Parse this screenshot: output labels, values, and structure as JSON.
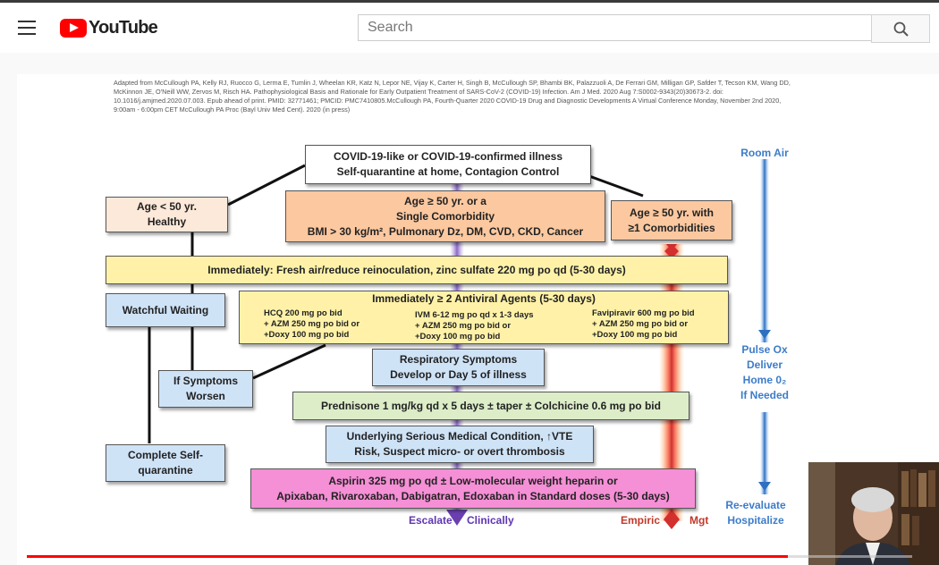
{
  "header": {
    "logo_text": "YouTube",
    "search_placeholder": "Search"
  },
  "slide": {
    "citation": "Adapted from McCullough PA, Kelly RJ, Ruocco G, Lerma E, Tumlin J, Wheelan KR, Katz N, Lepor NE, Vijay K, Carter H, Singh B, McCullough SP, Bhambi BK, Palazzuoli A, De Ferrari GM, Milligan GP, Safder T, Tecson KM, Wang DD, McKinnon JE, O'Neill WW, Zervos M, Risch HA. Pathophysiological Basis and Rationale for Early Outpatient Treatment of SARS-CoV-2 (COVID-19) Infection. Am J Med. 2020 Aug 7:S0002-9343(20)30673-2. doi: 10.1016/j.amjmed.2020.07.003. Epub ahead of print. PMID: 32771461; PMCID: PMC7410805.McCullough PA, Fourth-Quarter 2020 COVID-19 Drug and Diagnostic Developments A Virtual Conference Monday, November 2nd 2020, 9:00am - 6:00pm CET McCullough PA Proc (Bayl Univ Med Cent). 2020 (in press)",
    "top_box": [
      "COVID-19-like or COVID-19-confirmed illness",
      "Self-quarantine at home, Contagion Control"
    ],
    "age_under": [
      "Age < 50 yr.",
      "Healthy"
    ],
    "age_over": [
      "Age ≥ 50 yr. or a",
      "Single Comorbidity",
      "BMI > 30 kg/m², Pulmonary Dz, DM, CVD, CKD, Cancer"
    ],
    "age_over_multi": [
      "Age ≥ 50 yr. with",
      "≥1 Comorbidities"
    ],
    "immediately": "Immediately:  Fresh air/reduce reinoculation, zinc sulfate 220 mg po qd (5-30 days)",
    "watchful": "Watchful Waiting",
    "antiviral_title": "Immediately ≥ 2 Antiviral Agents (5-30 days)",
    "antiviral_col1": [
      "HCQ 200 mg po bid",
      "+ AZM 250 mg po bid or",
      "+Doxy 100 mg po bid"
    ],
    "antiviral_col2": [
      "IVM 6-12 mg po qd x 1-3 days",
      "+ AZM 250 mg po bid or",
      "+Doxy 100 mg po bid"
    ],
    "antiviral_col3": [
      "Favipiravir 600 mg po bid",
      "+ AZM 250 mg po bid or",
      "+Doxy 100 mg po bid"
    ],
    "if_symptoms": [
      "If Symptoms",
      "Worsen"
    ],
    "respiratory": [
      "Respiratory Symptoms",
      "Develop or Day 5 of illness"
    ],
    "prednisone": "Prednisone 1 mg/kg qd x 5 days ± taper ± Colchicine 0.6 mg po bid",
    "underlying": [
      "Underlying Serious Medical Condition, ↑VTE",
      "Risk, Suspect micro- or overt thrombosis"
    ],
    "complete": [
      "Complete Self-",
      "quarantine"
    ],
    "aspirin": [
      "Aspirin 325 mg po qd ± Low-molecular weight heparin or",
      "Apixaban, Rivaroxaban, Dabigatran, Edoxaban in Standard doses (5-30 days)"
    ],
    "room_air": "Room Air",
    "pulse_ox": [
      "Pulse Ox",
      "Deliver",
      "Home 0₂",
      "If Needed"
    ],
    "reevaluate": [
      "Re-evaluate",
      "Hospitalize"
    ],
    "escalate": "Escalate",
    "clinically": "Clinically",
    "empiric": "Empiric",
    "mgt": "Mgt"
  },
  "colors": {
    "accent": "#ff0000",
    "blue_text": "#3d7cc9",
    "red_text": "#c0392b"
  },
  "video": {
    "progress_fraction": 0.86
  }
}
